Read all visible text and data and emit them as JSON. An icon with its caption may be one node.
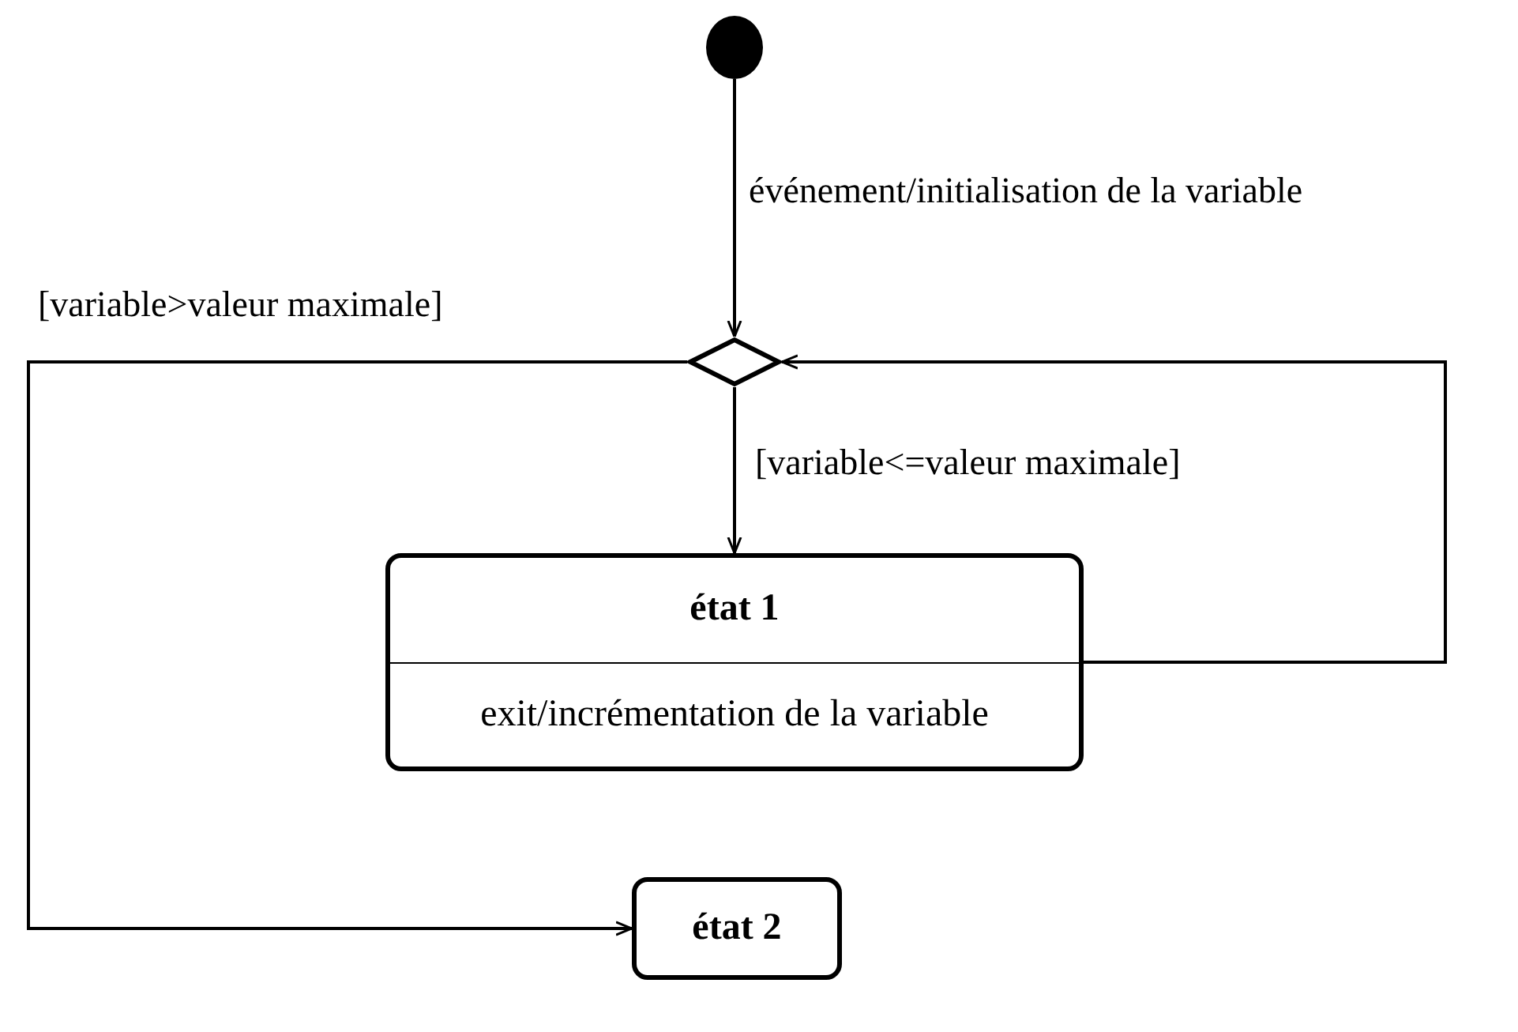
{
  "diagram": {
    "nodes": [
      {
        "text": [],
        "shape": "circle"
      },
      {
        "text": [],
        "shape": "diamond"
      },
      {
        "text": [
          "état 1",
          "exit/incrémentation de la variable"
        ]
      },
      {
        "text": [
          "état 2"
        ]
      }
    ],
    "edges": [
      {
        "from": 0,
        "to": 1,
        "arrow": "to",
        "label": "événement/initialisation de la variable"
      },
      {
        "from": 1,
        "to": 3,
        "arrow": "to",
        "label": "[variable>valeur maximale]"
      },
      {
        "from": 1,
        "to": 2,
        "arrow": "to",
        "label": "[variable<=valeur maximale]"
      },
      {
        "from": 2,
        "to": 1,
        "arrow": "to"
      }
    ]
  }
}
